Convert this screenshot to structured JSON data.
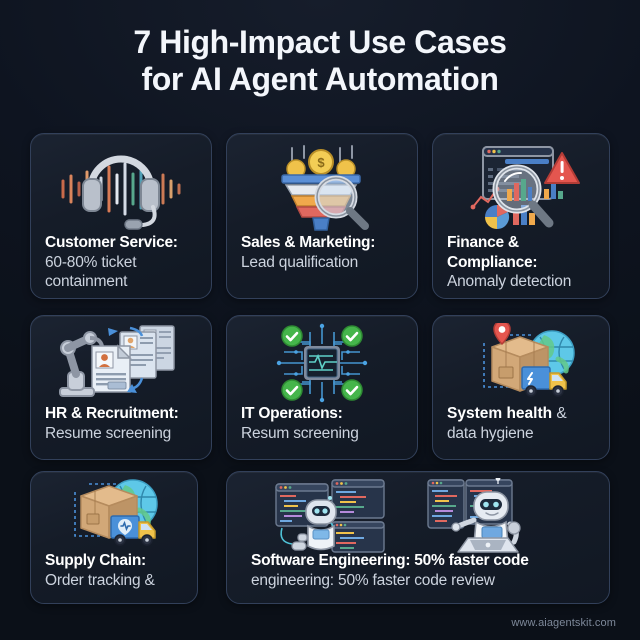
{
  "title": {
    "line1": "7 High-Impact Use Cases",
    "line2": "for AI Agent Automation"
  },
  "footer": {
    "url": "www.aiagentskit.com"
  },
  "theme": {
    "background": "#0e1420",
    "card_background": "#161d29",
    "card_border": "#32405a",
    "heading_color": "#ffffff",
    "body_color": "#ccd3de",
    "footer_color": "#7d8899",
    "accent_green": "#4caf50",
    "accent_red": "#e4564f",
    "accent_blue": "#4a90d9",
    "accent_amber": "#e6a23c"
  },
  "cards": [
    {
      "id": "customer-service",
      "icon": "headset-waveform-icon",
      "heading": "Customer Service:",
      "body": "60-80% ticket containment"
    },
    {
      "id": "sales-marketing",
      "icon": "sales-funnel-magnifier-icon",
      "heading": "Sales & Marketing:",
      "body": "Lead qualification"
    },
    {
      "id": "finance-compliance",
      "icon": "dashboard-magnifier-alert-icon",
      "heading": "Finance & Compliance:",
      "body": "Anomaly detection"
    },
    {
      "id": "hr-recruitment",
      "icon": "robot-arm-resumes-icon",
      "heading": "HR & Recruitment:",
      "body": "Resume screening"
    },
    {
      "id": "it-operations",
      "icon": "chip-circuit-checkmarks-icon",
      "heading": "IT Operations:",
      "body": "Resum screening"
    },
    {
      "id": "system-health",
      "icon": "package-globe-truck-pin-icon",
      "heading": "System health",
      "body_inline_1": " &",
      "body": "data hygiene"
    },
    {
      "id": "supply-chain",
      "icon": "package-globe-truck-icon",
      "heading": "Supply Chain:",
      "body": "Order tracking &"
    },
    {
      "id": "software-engineering",
      "icon": "coding-robots-icon",
      "heading": "Software Engineering: 50% faster code",
      "body": "engineering: 50% faster code review"
    }
  ]
}
